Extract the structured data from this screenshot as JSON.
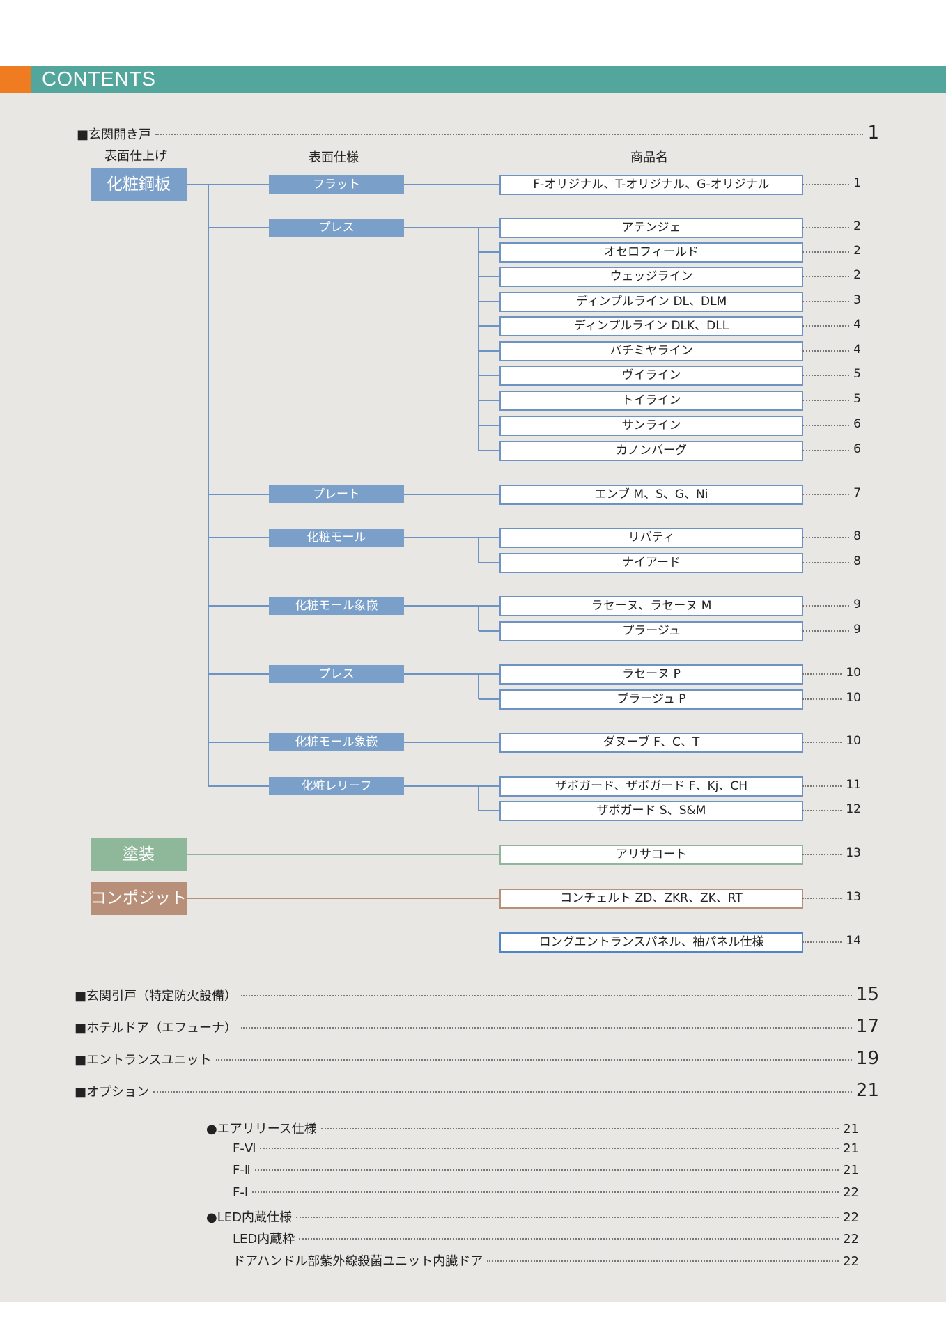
{
  "header": {
    "title": "CONTENTS"
  },
  "toc": {
    "entrance_door": {
      "label": "■玄関開き戸",
      "page": "1"
    },
    "col_finish": "表面仕上げ",
    "col_spec": "表面仕様",
    "col_product": "商品名",
    "sections": {
      "steel": "化粧鋼板",
      "paint": "塗装",
      "composite": "コンポジット"
    },
    "specs": [
      "フラット",
      "プレス",
      "プレート",
      "化粧モール",
      "化粧モール象嵌",
      "プレス",
      "化粧モール象嵌",
      "化粧レリーフ"
    ],
    "products": [
      {
        "name": "F-オリジナル、T-オリジナル、G-オリジナル",
        "page": "1"
      },
      {
        "name": "アテンジェ",
        "page": "2"
      },
      {
        "name": "オセロフィールド",
        "page": "2"
      },
      {
        "name": "ウェッジライン",
        "page": "2"
      },
      {
        "name": "ディンプルライン DL、DLM",
        "page": "3"
      },
      {
        "name": "ディンプルライン DLK、DLL",
        "page": "4"
      },
      {
        "name": "バチミヤライン",
        "page": "4"
      },
      {
        "name": "ヴイライン",
        "page": "5"
      },
      {
        "name": "トイライン",
        "page": "5"
      },
      {
        "name": "サンライン",
        "page": "6"
      },
      {
        "name": "カノンバーグ",
        "page": "6"
      },
      {
        "name": "エンブ M、S、G、Ni",
        "page": "7"
      },
      {
        "name": "リバティ",
        "page": "8"
      },
      {
        "name": "ナイアード",
        "page": "8"
      },
      {
        "name": "ラセーヌ、ラセーヌ M",
        "page": "9"
      },
      {
        "name": "プラージュ",
        "page": "9"
      },
      {
        "name": "ラセーヌ P",
        "page": "10"
      },
      {
        "name": "プラージュ P",
        "page": "10"
      },
      {
        "name": "ダヌーブ F、C、T",
        "page": "10"
      },
      {
        "name": "ザボガード、ザボガード F、Kj、CH",
        "page": "11"
      },
      {
        "name": "ザボガード S、S&M",
        "page": "12"
      },
      {
        "name": "アリサコート",
        "page": "13"
      },
      {
        "name": "コンチェルト ZD、ZKR、ZK、RT",
        "page": "13"
      },
      {
        "name": "ロングエントランスパネル、袖パネル仕様",
        "page": "14"
      }
    ],
    "others": [
      {
        "label": "■玄関引戸（特定防火設備）",
        "page": "15"
      },
      {
        "label": "■ホテルドア（エフューナ）",
        "page": "17"
      },
      {
        "label": "■エントランスユニット",
        "page": "19"
      },
      {
        "label": "■オプション",
        "page": "21"
      }
    ],
    "options": [
      {
        "label": "●エアリリース仕様",
        "page": "21"
      },
      {
        "label": "F-Ⅵ",
        "page": "21"
      },
      {
        "label": "F-Ⅱ",
        "page": "21"
      },
      {
        "label": "F-Ⅰ",
        "page": "22"
      },
      {
        "label": "●LED内蔵仕様",
        "page": "22"
      },
      {
        "label": "LED内蔵枠",
        "page": "22"
      },
      {
        "label": "ドアハンドル部紫外線殺菌ユニット内臓ドア",
        "page": "22"
      }
    ]
  },
  "colors": {
    "header": "#52a69b",
    "accent": "#f07c22",
    "steel": "#7a9fc9",
    "paint": "#8fb89a",
    "composite": "#b88f78"
  }
}
